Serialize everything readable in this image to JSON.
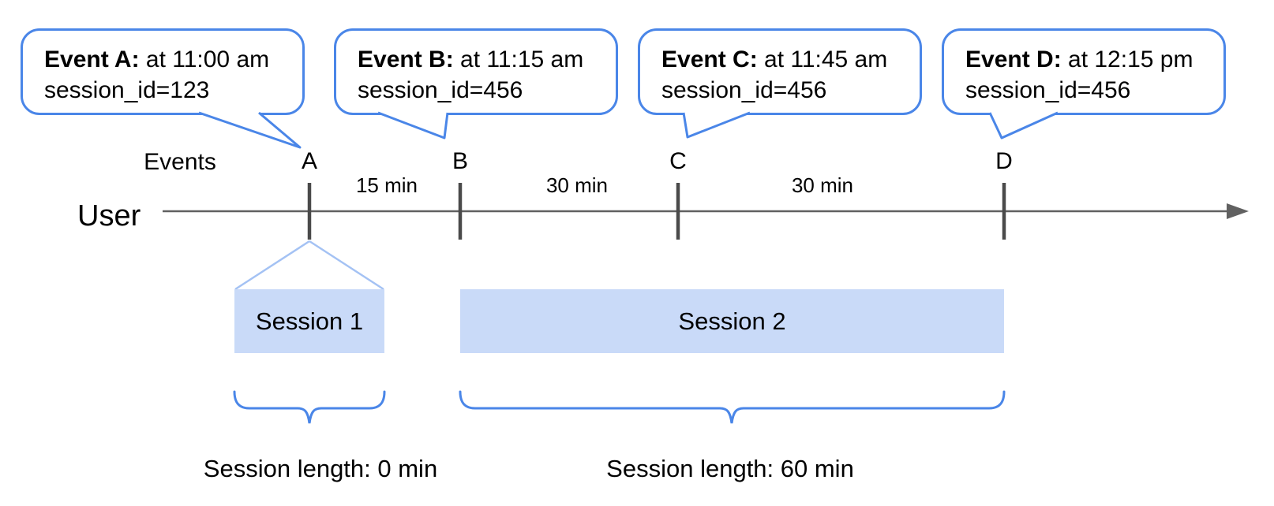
{
  "colors": {
    "bubble_border_blue": "#4a86e8",
    "brace_blue": "#4a86e8",
    "session_box_fill": "#c9daf8",
    "funnel_line_blue": "#a4c2f4",
    "axis_gray": "#616161",
    "tick_gray": "#4a4a4a",
    "text_black": "#000000"
  },
  "timeline": {
    "user_label": "User",
    "events_label": "Events",
    "intervals": [
      "15 min",
      "30 min",
      "30 min"
    ]
  },
  "events": [
    {
      "letter": "A",
      "title_bold": "Event A:",
      "title_rest": " at 11:00 am",
      "detail": "session_id=123"
    },
    {
      "letter": "B",
      "title_bold": "Event B:",
      "title_rest": " at 11:15 am",
      "detail": "session_id=456"
    },
    {
      "letter": "C",
      "title_bold": "Event C:",
      "title_rest": " at 11:45 am",
      "detail": "session_id=456"
    },
    {
      "letter": "D",
      "title_bold": "Event D:",
      "title_rest": " at 12:15 pm",
      "detail": "session_id=456"
    }
  ],
  "sessions": [
    {
      "label": "Session 1",
      "length_label": "Session length: 0 min"
    },
    {
      "label": "Session 2",
      "length_label": "Session length: 60 min"
    }
  ]
}
